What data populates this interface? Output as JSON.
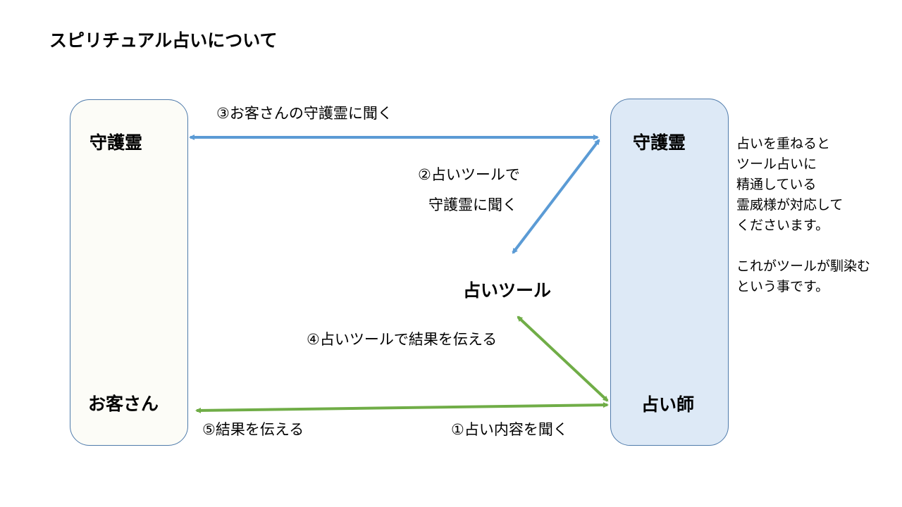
{
  "title": "スピリチュアル占いについて",
  "nodes": {
    "left_spirit": "守護霊",
    "customer": "お客さん",
    "right_spirit": "守護霊",
    "fortune_teller": "占い師",
    "tool": "占いツール"
  },
  "labels": {
    "step3": "③お客さんの守護霊に聞く",
    "step2_line1": "②占いツールで",
    "step2_line2": "守護霊に聞く",
    "step4": "④占いツールで結果を伝える",
    "step5": "⑤結果を伝える",
    "step1": "①占い内容を聞く"
  },
  "note": {
    "lines": [
      "占いを重ねると",
      "ツール占いに",
      "精通している",
      "霊威様が対応して",
      "くださいます。",
      "",
      "これがツールが馴染む",
      "という事です。"
    ]
  },
  "colors": {
    "blue_arrow": "#5b9bd5",
    "green_arrow": "#70ad47",
    "box_border": "#4f7bab"
  }
}
